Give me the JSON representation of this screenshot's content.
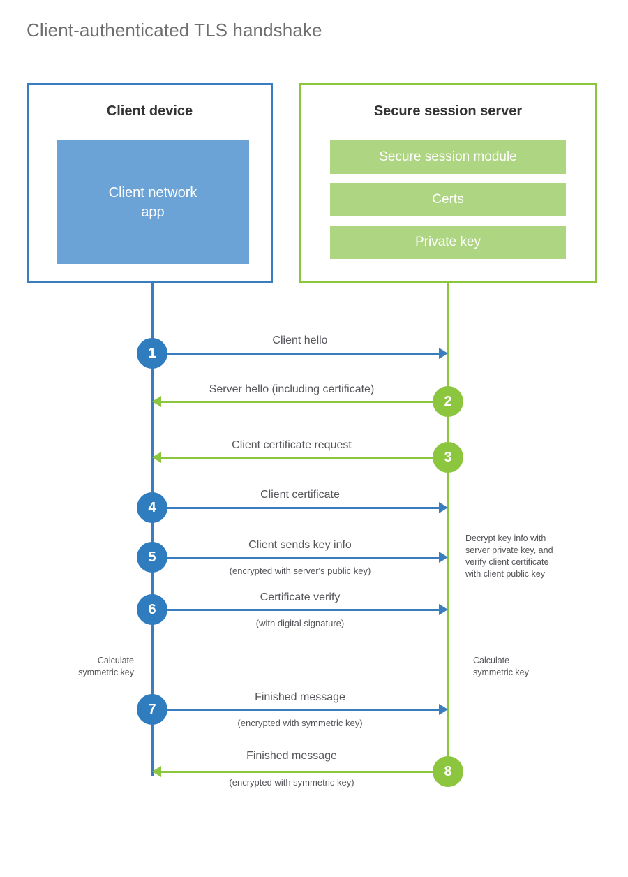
{
  "title": "Client-authenticated TLS handshake",
  "colors": {
    "client_accent": "#3a7dbf",
    "client_circle": "#2f7cbf",
    "client_app_fill": "#6ba3d6",
    "server_accent": "#8cc63e",
    "server_bar_fill": "#aed581",
    "text": "#55555a",
    "title_text": "#6e6e6e"
  },
  "actors": {
    "client": {
      "title": "Client device",
      "app_label": "Client network\napp",
      "app_label_line1": "Client network",
      "app_label_line2": "app"
    },
    "server": {
      "title": "Secure session server",
      "modules": [
        {
          "label": "Secure session module"
        },
        {
          "label": "Certs"
        },
        {
          "label": "Private key"
        }
      ]
    }
  },
  "steps": [
    {
      "number": "1",
      "label": "Client hello",
      "sublabel": "",
      "direction": "client-to-server",
      "side": "client"
    },
    {
      "number": "2",
      "label": "Server hello (including certificate)",
      "sublabel": "",
      "direction": "server-to-client",
      "side": "server"
    },
    {
      "number": "3",
      "label": "Client certificate request",
      "sublabel": "",
      "direction": "server-to-client",
      "side": "server"
    },
    {
      "number": "4",
      "label": "Client certificate",
      "sublabel": "",
      "direction": "client-to-server",
      "side": "client"
    },
    {
      "number": "5",
      "label": "Client sends key info",
      "sublabel": "(encrypted with server's public key)",
      "direction": "client-to-server",
      "side": "client"
    },
    {
      "number": "6",
      "label": "Certificate verify",
      "sublabel": "(with digital signature)",
      "direction": "client-to-server",
      "side": "client"
    },
    {
      "number": "7",
      "label": "Finished message",
      "sublabel": "(encrypted with symmetric key)",
      "direction": "client-to-server",
      "side": "client"
    },
    {
      "number": "8",
      "label": "Finished message",
      "sublabel": "(encrypted with symmetric key)",
      "direction": "server-to-client",
      "side": "server"
    }
  ],
  "notes": {
    "server_decrypt": {
      "line1": "Decrypt key info with",
      "line2": "server private key, and",
      "line3": "verify client certificate",
      "line4": "with client public key"
    },
    "client_calc": {
      "line1": "Calculate",
      "line2": "symmetric key"
    },
    "server_calc": {
      "line1": "Calculate",
      "line2": "symmetric key"
    }
  }
}
